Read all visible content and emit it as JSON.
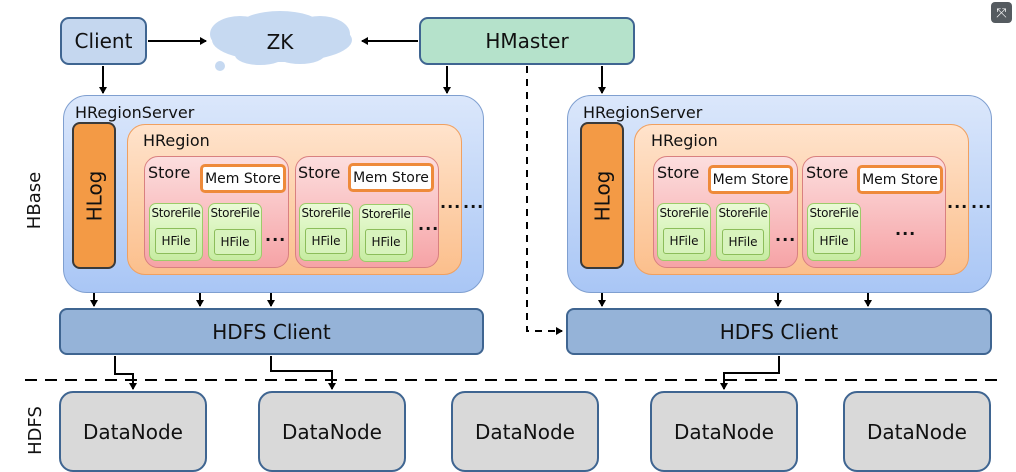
{
  "diagram": {
    "client": "Client",
    "zookeeper": "ZK",
    "hmaster": "HMaster",
    "side_labels": {
      "hbase": "HBase",
      "hdfs": "HDFS"
    },
    "region_servers": [
      {
        "title": "HRegionServer",
        "hlog": "HLog",
        "region_title": "HRegion",
        "stores": [
          {
            "title": "Store",
            "memstore": "Mem Store",
            "storefiles": [
              {
                "label": "StoreFile",
                "hfile": "HFile"
              },
              {
                "label": "StoreFile",
                "hfile": "HFile"
              }
            ],
            "more": "..."
          },
          {
            "title": "Store",
            "memstore": "Mem Store",
            "storefiles": [
              {
                "label": "StoreFile",
                "hfile": "HFile"
              },
              {
                "label": "StoreFile",
                "hfile": "HFile"
              }
            ],
            "more": "..."
          }
        ],
        "more_stores": "...",
        "more_regions": "...",
        "hdfs_client": "HDFS Client"
      },
      {
        "title": "HRegionServer",
        "hlog": "HLog",
        "region_title": "HRegion",
        "stores": [
          {
            "title": "Store",
            "memstore": "Mem Store",
            "storefiles": [
              {
                "label": "StoreFile",
                "hfile": "HFile"
              },
              {
                "label": "StoreFile",
                "hfile": "HFile"
              }
            ],
            "more": "..."
          },
          {
            "title": "Store",
            "memstore": "Mem Store",
            "storefiles": [
              {
                "label": "StoreFile",
                "hfile": "HFile"
              }
            ],
            "more": "..."
          }
        ],
        "more_stores": "...",
        "more_regions": "...",
        "hdfs_client": "HDFS Client"
      }
    ],
    "datanodes": [
      "DataNode",
      "DataNode",
      "DataNode",
      "DataNode",
      "DataNode"
    ]
  },
  "controls": {
    "expand_icon": "⤧"
  }
}
